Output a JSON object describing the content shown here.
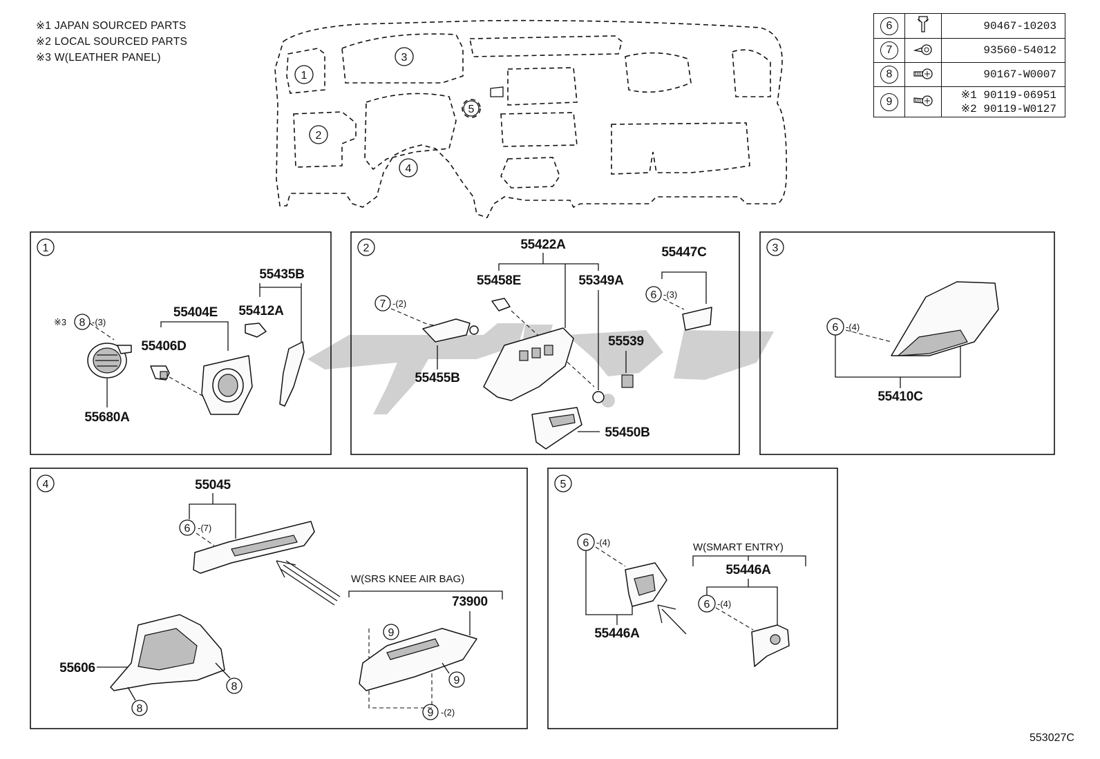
{
  "notes": [
    "※1 JAPAN SOURCED PARTS",
    "※2 LOCAL SOURCED PARTS",
    "※3 W(LEATHER PANEL)"
  ],
  "fastener_table": [
    {
      "ref": "6",
      "part": "90467-10203",
      "part2": ""
    },
    {
      "ref": "7",
      "part": "93560-54012",
      "part2": ""
    },
    {
      "ref": "8",
      "part": "90167-W0007",
      "part2": ""
    },
    {
      "ref": "9",
      "part": "※1 90119-06951",
      "part2": "※2 90119-W0127"
    }
  ],
  "overview_labels": [
    "1",
    "2",
    "3",
    "4",
    "5"
  ],
  "panel1": {
    "ref": "1",
    "parts": {
      "p55435B": "55435B",
      "p55404E": "55404E",
      "p55412A": "55412A",
      "p55406D": "55406D",
      "p55680A": "55680A"
    },
    "callout_mark": "※3",
    "callout_ref": "8",
    "callout_qty": "-(3)"
  },
  "panel2": {
    "ref": "2",
    "parts": {
      "p55422A": "55422A",
      "p55458E": "55458E",
      "p55349A": "55349A",
      "p55447C": "55447C",
      "p55539": "55539",
      "p55455B": "55455B",
      "p55450B": "55450B"
    },
    "c7_ref": "7",
    "c7_qty": "-(2)",
    "c6_ref": "6",
    "c6_qty": "-(3)"
  },
  "panel3": {
    "ref": "3",
    "parts": {
      "p55410C": "55410C"
    },
    "c6_ref": "6",
    "c6_qty": "-(4)"
  },
  "panel4": {
    "ref": "4",
    "parts": {
      "p55045": "55045",
      "p55606": "55606",
      "p73900": "73900"
    },
    "c6_ref": "6",
    "c6_qty": "-(7)",
    "note": "W(SRS KNEE AIR BAG)",
    "c8a_ref": "8",
    "c8b_ref": "8",
    "c9a_ref": "9",
    "c9b_ref": "9",
    "c9c_ref": "9",
    "c9c_qty": "-(2)"
  },
  "panel5": {
    "ref": "5",
    "parts": {
      "p55446A_left": "55446A",
      "p55446A_right": "55446A"
    },
    "note": "W(SMART ENTRY)",
    "c6a_ref": "6",
    "c6a_qty": "-(4)",
    "c6b_ref": "6",
    "c6b_qty": "-(4)"
  },
  "figure_number": "553027C"
}
